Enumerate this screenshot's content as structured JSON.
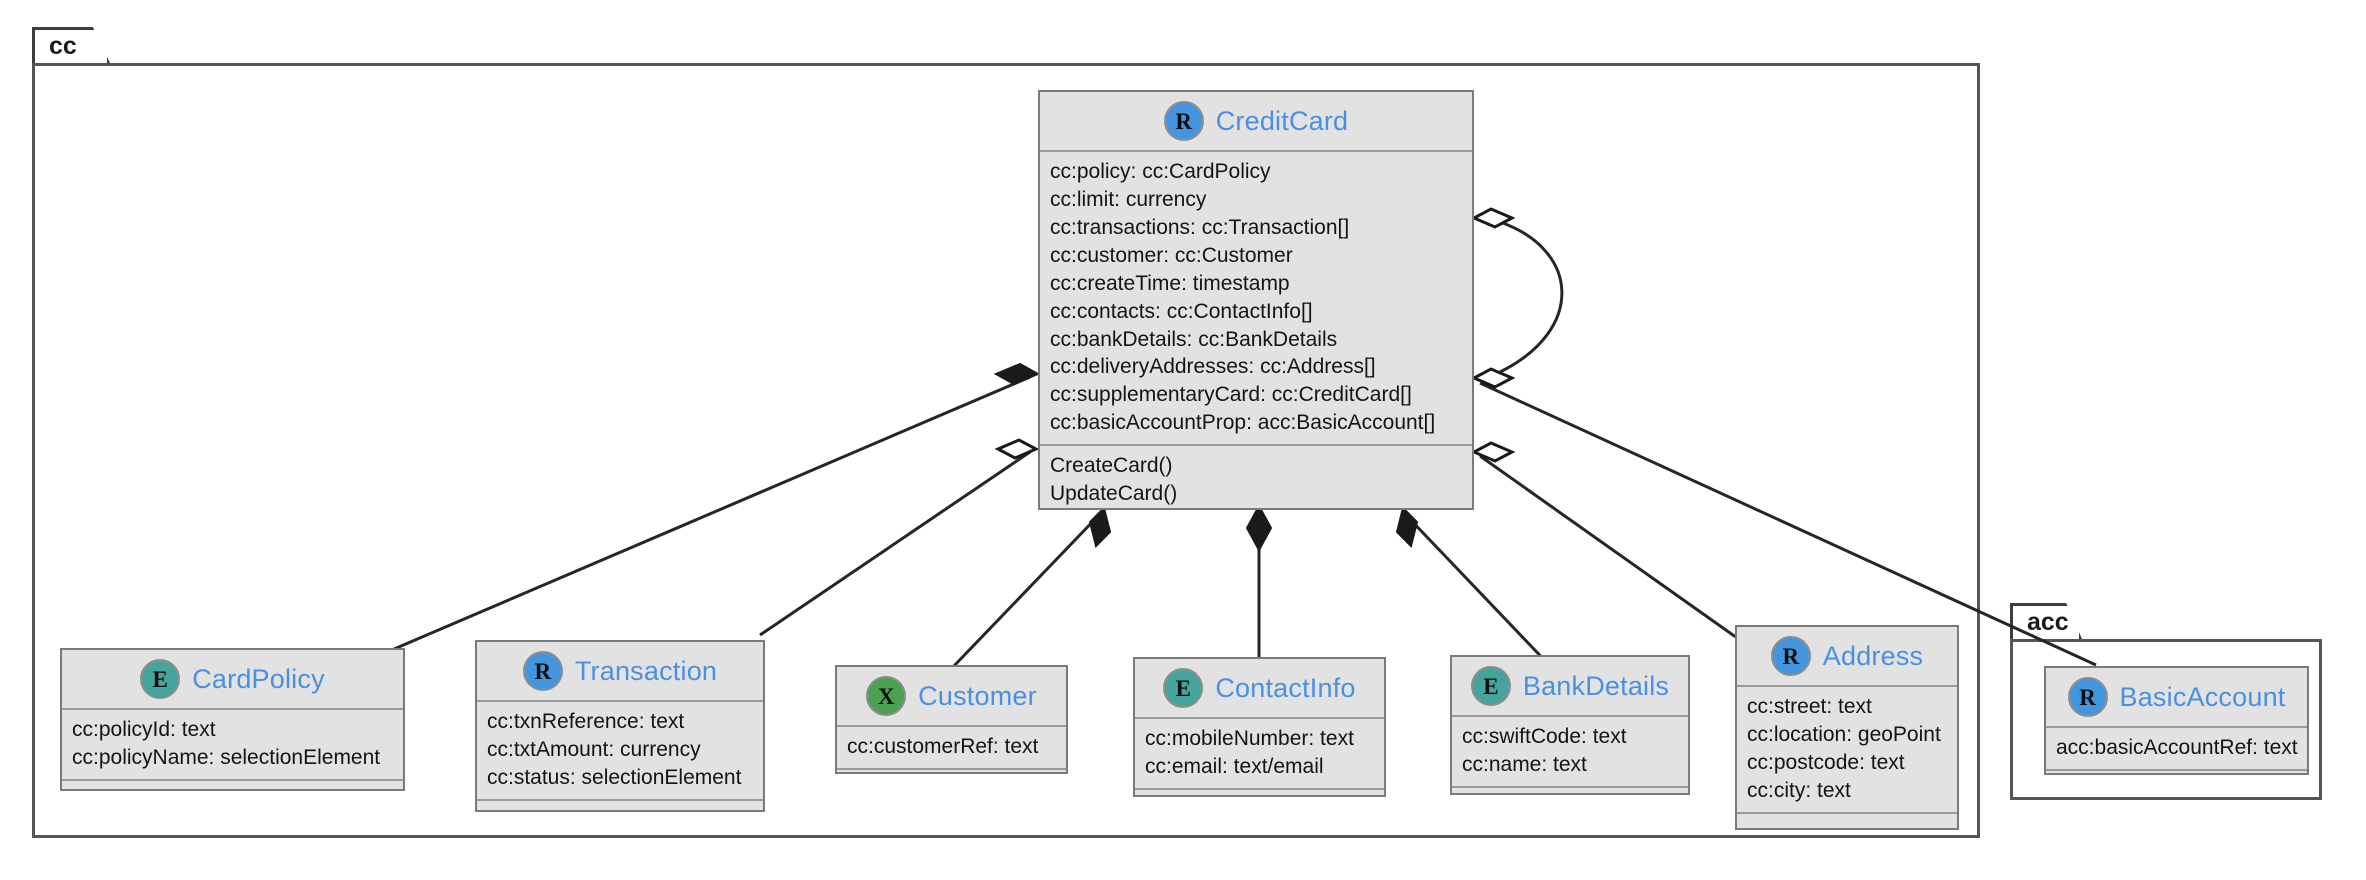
{
  "diagram": {
    "type": "uml-class-diagram",
    "packages": [
      {
        "id": "cc",
        "label": "cc"
      },
      {
        "id": "acc",
        "label": "acc"
      }
    ],
    "classes": {
      "creditcard": {
        "name": "CreditCard",
        "stereotype_icon": "R",
        "attributes": [
          "cc:policy: cc:CardPolicy",
          "cc:limit: currency",
          "cc:transactions: cc:Transaction[]",
          "cc:customer: cc:Customer",
          "cc:createTime: timestamp",
          "cc:contacts: cc:ContactInfo[]",
          "cc:bankDetails: cc:BankDetails",
          "cc:deliveryAddresses: cc:Address[]",
          "cc:supplementaryCard: cc:CreditCard[]",
          "cc:basicAccountProp: acc:BasicAccount[]"
        ],
        "operations": [
          "CreateCard()",
          "UpdateCard()"
        ]
      },
      "cardpolicy": {
        "name": "CardPolicy",
        "stereotype_icon": "E",
        "attributes": [
          "cc:policyId: text",
          "cc:policyName: selectionElement"
        ],
        "operations": []
      },
      "transaction": {
        "name": "Transaction",
        "stereotype_icon": "R",
        "attributes": [
          "cc:txnReference: text",
          "cc:txtAmount: currency",
          "cc:status: selectionElement"
        ],
        "operations": []
      },
      "customer": {
        "name": "Customer",
        "stereotype_icon": "X",
        "attributes": [
          "cc:customerRef: text"
        ],
        "operations": []
      },
      "contactinfo": {
        "name": "ContactInfo",
        "stereotype_icon": "E",
        "attributes": [
          "cc:mobileNumber: text",
          "cc:email: text/email"
        ],
        "operations": []
      },
      "bankdetails": {
        "name": "BankDetails",
        "stereotype_icon": "E",
        "attributes": [
          "cc:swiftCode: text",
          "cc:name: text"
        ],
        "operations": []
      },
      "address": {
        "name": "Address",
        "stereotype_icon": "R",
        "attributes": [
          "cc:street: text",
          "cc:location: geoPoint",
          "cc:postcode: text",
          "cc:city: text"
        ],
        "operations": []
      },
      "basicaccount": {
        "name": "BasicAccount",
        "stereotype_icon": "R",
        "attributes": [
          "acc:basicAccountRef: text"
        ],
        "operations": []
      }
    },
    "relations": [
      {
        "from": "CreditCard",
        "to": "CardPolicy",
        "marker": "composition-filled-diamond"
      },
      {
        "from": "CreditCard",
        "to": "Transaction",
        "marker": "aggregation-open-diamond"
      },
      {
        "from": "CreditCard",
        "to": "Customer",
        "marker": "composition-filled-diamond"
      },
      {
        "from": "CreditCard",
        "to": "ContactInfo",
        "marker": "composition-filled-diamond"
      },
      {
        "from": "CreditCard",
        "to": "BankDetails",
        "marker": "composition-filled-diamond"
      },
      {
        "from": "CreditCard",
        "to": "Address",
        "marker": "aggregation-open-diamond"
      },
      {
        "from": "CreditCard",
        "to": "BasicAccount",
        "marker": "aggregation-open-diamond"
      },
      {
        "from": "CreditCard",
        "to": "CreditCard",
        "marker": "aggregation-open-diamond-self-loop"
      }
    ],
    "colors": {
      "class_fill": "#e2e2e2",
      "class_border": "#7a7a7a",
      "title_text": "#4a90e2",
      "badge_R": "#4296e0",
      "badge_E": "#45a49c",
      "badge_X": "#4da052",
      "edge": "#262626"
    }
  }
}
